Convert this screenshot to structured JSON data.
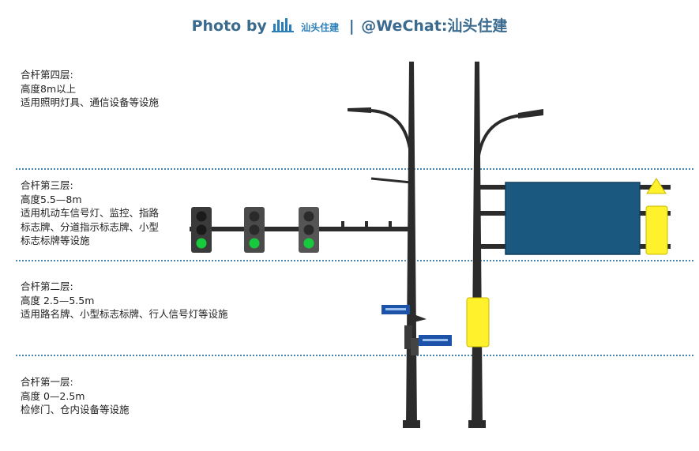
{
  "credit": {
    "prefix": "Photo by",
    "brand": "汕头住建",
    "separator": "|",
    "wechat": "@WeChat:汕头住建"
  },
  "layers": [
    {
      "title": "合杆第四层:",
      "height": "高度8m以上",
      "lines": [
        "适用照明灯具、通信设备等设施"
      ]
    },
    {
      "title": "合杆第三层:",
      "height": "高度5.5—8m",
      "lines": [
        "适用机动车信号灯、监控、指路",
        "标志牌、分道指示标志牌、小型",
        "标志标牌等设施"
      ]
    },
    {
      "title": "合杆第二层:",
      "height": "高度 2.5—5.5m",
      "lines": [
        "适用路名牌、小型标志标牌、行人信号灯等设施"
      ]
    },
    {
      "title": "合杆第一层:",
      "height": "高度 0—2.5m",
      "lines": [
        "检修门、仓内设备等设施"
      ]
    }
  ],
  "colors": {
    "divider": "#4a87ad",
    "pole": "#2b2b2b",
    "signal_green": "#17c93c",
    "sign_panel": "#1a5880",
    "yellow_box": "#fff12c",
    "street_sign": "#1c53a8"
  }
}
